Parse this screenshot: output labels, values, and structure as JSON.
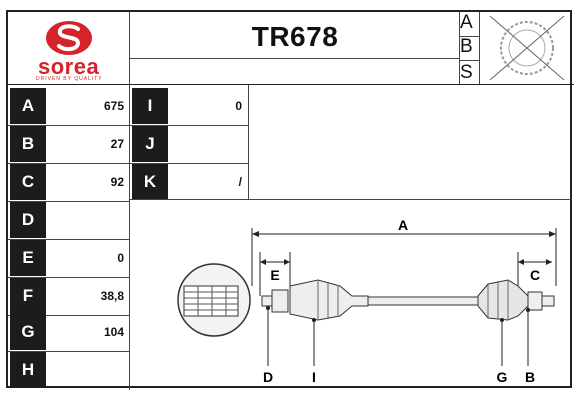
{
  "brand": {
    "name": "sorea",
    "tagline": "DRIVEN BY QUALITY",
    "color": "#d4232b"
  },
  "part_number": "TR678",
  "abs_letters": [
    "A",
    "B",
    "S"
  ],
  "specs_left": [
    {
      "letter": "A",
      "value": "675"
    },
    {
      "letter": "B",
      "value": "27"
    },
    {
      "letter": "C",
      "value": "92"
    },
    {
      "letter": "D",
      "value": ""
    },
    {
      "letter": "E",
      "value": "0"
    },
    {
      "letter": "F",
      "value": "38,8"
    },
    {
      "letter": "G",
      "value": "104"
    },
    {
      "letter": "H",
      "value": ""
    }
  ],
  "specs_right": [
    {
      "letter": "I",
      "value": "0"
    },
    {
      "letter": "J",
      "value": ""
    },
    {
      "letter": "K",
      "value": "/"
    }
  ],
  "diagram_labels": {
    "a": "A",
    "b": "B",
    "c": "C",
    "d": "D",
    "e": "E",
    "g": "G",
    "i": "I"
  }
}
